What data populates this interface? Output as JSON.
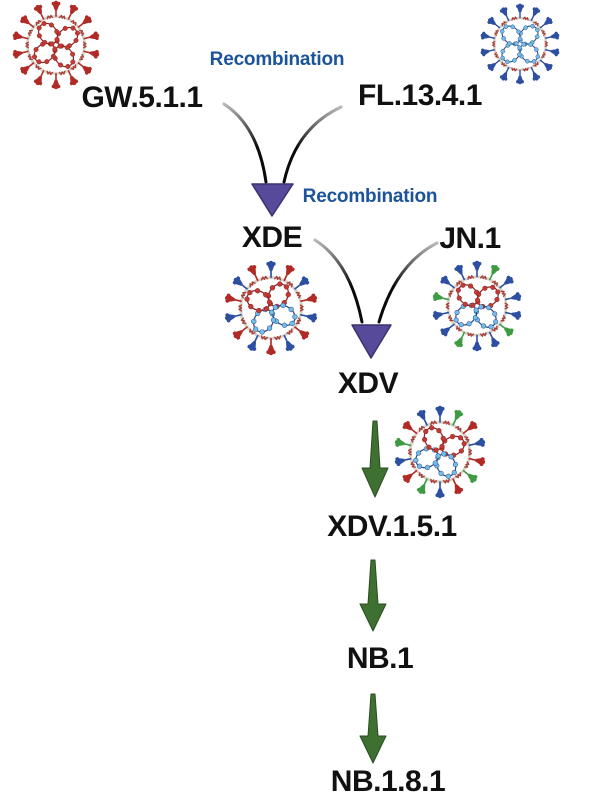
{
  "diagram_type": "virus-lineage-recombination",
  "labels": {
    "recombination_1": "Recombination",
    "recombination_2": "Recombination"
  },
  "nodes": [
    {
      "id": "gw511",
      "label": "GW.5.1.1"
    },
    {
      "id": "fl1341",
      "label": "FL.13.4.1"
    },
    {
      "id": "xde",
      "label": "XDE"
    },
    {
      "id": "jn1",
      "label": "JN.1"
    },
    {
      "id": "xdv",
      "label": "XDV"
    },
    {
      "id": "xdv151",
      "label": "XDV.1.5.1"
    },
    {
      "id": "nb1",
      "label": "NB.1"
    },
    {
      "id": "nb181",
      "label": "NB.1.8.1"
    }
  ],
  "edges": [
    {
      "type": "recombination",
      "parents": [
        "GW.5.1.1",
        "FL.13.4.1"
      ],
      "child": "XDE",
      "label": "Recombination"
    },
    {
      "type": "recombination",
      "parents": [
        "XDE",
        "JN.1"
      ],
      "child": "XDV",
      "label": "Recombination"
    },
    {
      "type": "descent",
      "from": "XDV",
      "to": "XDV.1.5.1"
    },
    {
      "type": "descent",
      "from": "XDV.1.5.1",
      "to": "NB.1"
    },
    {
      "type": "descent",
      "from": "NB.1",
      "to": "NB.1.8.1"
    }
  ],
  "colors": {
    "background": "#ffffff",
    "label_text": "#111111",
    "recombination_text": "#1b549b",
    "recombination_arrow": "#584a9b",
    "recombination_arrow_edge": "#3c3170",
    "descent_arrow": "#3e7031",
    "descent_arrow_edge": "#2b4d21",
    "curve_light": "#b8b8b8",
    "curve_dark": "#0a0a0a",
    "spike_red": "#b02a26",
    "spike_blue": "#2d4fa1",
    "spike_green": "#3f9b43",
    "genome_dot_red": "#c23b33",
    "genome_dot_blue": "#74bde9",
    "genome_loop_red": "#8a2424",
    "genome_loop_blue": "#2c4a8c",
    "membrane_ring": "#d8d3c8",
    "membrane_protein": "#a8403a"
  },
  "icons": [
    {
      "id": "gw511",
      "name": "virus-icon-gw511",
      "spikes": [
        "red"
      ],
      "petals": [
        "red",
        "red",
        "red",
        "red"
      ],
      "rot": 0,
      "genomeRot": 10
    },
    {
      "id": "fl1341",
      "name": "virus-icon-fl1341",
      "spikes": [
        "blue"
      ],
      "petals": [
        "blue",
        "blue",
        "blue",
        "blue"
      ],
      "rot": 0,
      "genomeRot": 0
    },
    {
      "id": "xde",
      "name": "virus-icon-xde",
      "spikes": [
        "blue",
        "red"
      ],
      "petals": [
        "red",
        "blue",
        "blue",
        "red"
      ],
      "rot": 0,
      "genomeRot": -15
    },
    {
      "id": "jn1",
      "name": "virus-icon-jn1",
      "spikes": [
        "blue",
        "green",
        "blue",
        "blue",
        "blue",
        "green",
        "blue",
        "blue",
        "green",
        "blue",
        "blue",
        "green",
        "blue",
        "blue"
      ],
      "petals": [
        "red",
        "blue",
        "blue",
        "red"
      ],
      "rot": 0,
      "genomeRot": 5
    },
    {
      "id": "xdv151",
      "name": "virus-icon-xdv151",
      "spikes": [
        "blue",
        "green",
        "red",
        "blue",
        "red",
        "green",
        "red",
        "blue",
        "green",
        "red",
        "blue",
        "green",
        "red",
        "blue"
      ],
      "petals": [
        "red",
        "blue",
        "blue",
        "red"
      ],
      "rot": 0,
      "genomeRot": 20
    }
  ]
}
